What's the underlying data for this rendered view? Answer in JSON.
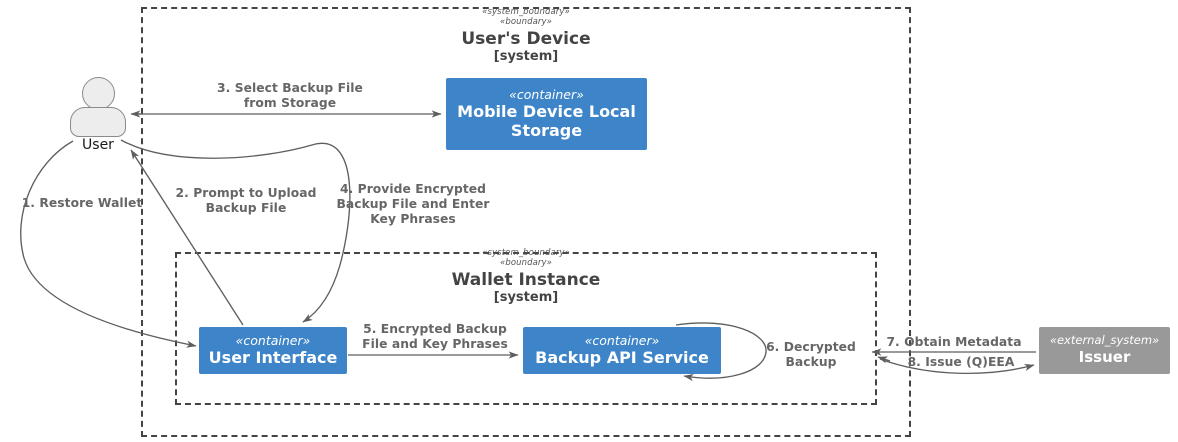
{
  "diagram": {
    "type": "c4-container-dynamic",
    "background": "#ffffff",
    "colors": {
      "container_blue": "#3d85c8",
      "external_gray": "#999999",
      "boundary_stroke": "#444444",
      "edge_stroke": "#666666",
      "label_text": "#666666",
      "actor_fill": "#ededed",
      "actor_stroke": "#8a8a8a"
    }
  },
  "boundaries": [
    {
      "id": "users-device",
      "stereotype_1": "«system_boundary»",
      "stereotype_2": "«boundary»",
      "title": "User's Device",
      "subtitle": "[system]"
    },
    {
      "id": "wallet-instance",
      "stereotype_1": "«system_boundary»",
      "stereotype_2": "«boundary»",
      "title": "Wallet Instance",
      "subtitle": "[system]"
    }
  ],
  "actors": [
    {
      "id": "user",
      "label": "User",
      "icon": "person-icon"
    }
  ],
  "nodes": [
    {
      "id": "mobile-storage",
      "stereotype": "«container»",
      "name": "Mobile Device Local Storage",
      "kind": "container",
      "color": "#3d85c8"
    },
    {
      "id": "user-interface",
      "stereotype": "«container»",
      "name": "User Interface",
      "kind": "container",
      "color": "#3d85c8"
    },
    {
      "id": "backup-api-service",
      "stereotype": "«container»",
      "name": "Backup API Service",
      "kind": "container",
      "color": "#3d85c8"
    },
    {
      "id": "issuer",
      "stereotype": "«external_system»",
      "name": "Issuer",
      "kind": "external_system",
      "color": "#999999"
    }
  ],
  "edges": [
    {
      "id": "e1",
      "number": "1.",
      "label": "1. Restore Wallet",
      "from": "user",
      "to": "user-interface"
    },
    {
      "id": "e2",
      "number": "2.",
      "label": "2. Prompt to Upload\nBackup File",
      "from": "user-interface",
      "to": "user"
    },
    {
      "id": "e3",
      "number": "3.",
      "label": "3. Select Backup File\nfrom Storage",
      "from": "user",
      "to": "mobile-storage"
    },
    {
      "id": "e4",
      "number": "4.",
      "label": "4. Provide Encrypted\nBackup File and Enter\nKey Phrases",
      "from": "user",
      "to": "user-interface"
    },
    {
      "id": "e5",
      "number": "5.",
      "label": "5. Encrypted Backup\nFile and Key Phrases",
      "from": "user-interface",
      "to": "backup-api-service"
    },
    {
      "id": "e6",
      "number": "6.",
      "label": "6. Decrypted\nBackup",
      "from": "backup-api-service",
      "to": "backup-api-service"
    },
    {
      "id": "e7",
      "number": "7.",
      "label": "7. Obtain Metadata",
      "from": "issuer",
      "to": "backup-api-service"
    },
    {
      "id": "e8",
      "number": "8.",
      "label": "8. Issue (Q)EEA",
      "from": "backup-api-service",
      "to": "issuer"
    }
  ]
}
